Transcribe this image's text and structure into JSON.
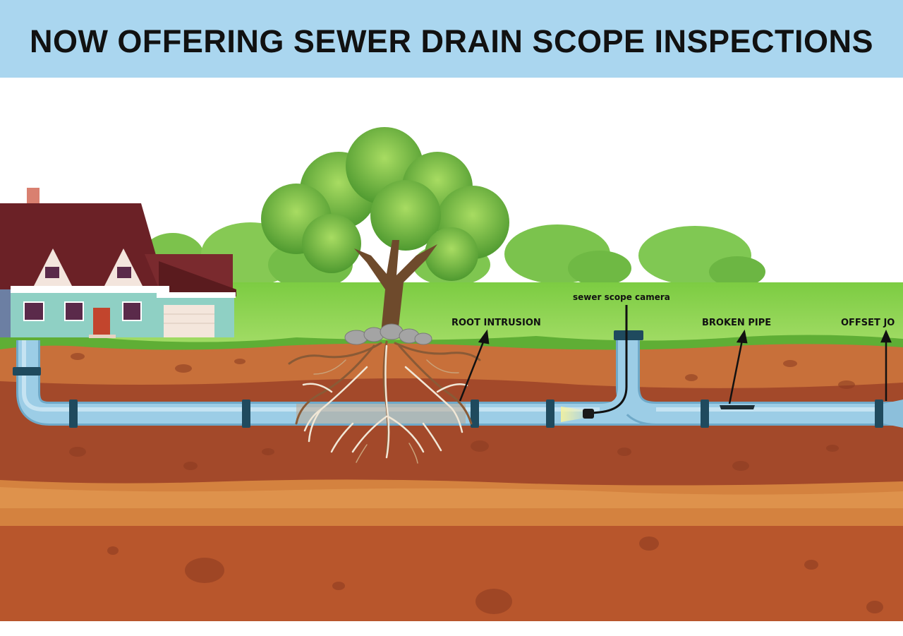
{
  "banner": {
    "title": "NOW OFFERING SEWER DRAIN SCOPE INSPECTIONS"
  },
  "labels": {
    "sewer_scope_camera": "sewer scope camera",
    "root_intrusion": "ROOT INTRUSION",
    "broken_pipe": "BROKEN PIPE",
    "offset_joint": "OFFSET JO"
  },
  "colors": {
    "banner_bg": "#aad6ef",
    "grass": "#8ad44a",
    "soil_light": "#c8703a",
    "soil_dark": "#a3492a",
    "pipe": "#9ccde6",
    "pipe_joint": "#1f4a5e",
    "roof": "#6b2126",
    "house_wall": "#8fd0c4"
  }
}
